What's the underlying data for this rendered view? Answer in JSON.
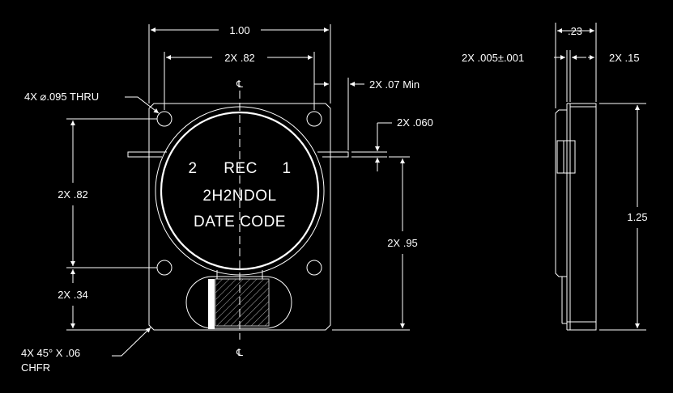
{
  "drawing": {
    "background": "#000000",
    "line_color": "#ffffff",
    "front_view": {
      "dimensions": {
        "overall_width": "1.00",
        "hole_spacing_x": "2X .82",
        "hole_spacing_y": "2X .82",
        "hole_offset_y": "2X .34",
        "tab_min": "2X .07 Min",
        "tab_thickness": "2X .060",
        "tab_height": "2X .95"
      },
      "callouts": {
        "holes": "4X ⌀.095 THRU",
        "chamfer_line1": "4X 45° X .06",
        "chamfer_line2": "CHFR"
      },
      "label": {
        "line1_left": "2",
        "line1_center": "REC",
        "line1_right": "1",
        "line2": "2H2NDOL",
        "line3": "DATE CODE"
      },
      "centerline_symbol": "℄"
    },
    "side_view": {
      "dimensions": {
        "thickness": ".23",
        "base": "2X .005±.001",
        "flange": "2X .15",
        "height": "1.25"
      }
    }
  }
}
